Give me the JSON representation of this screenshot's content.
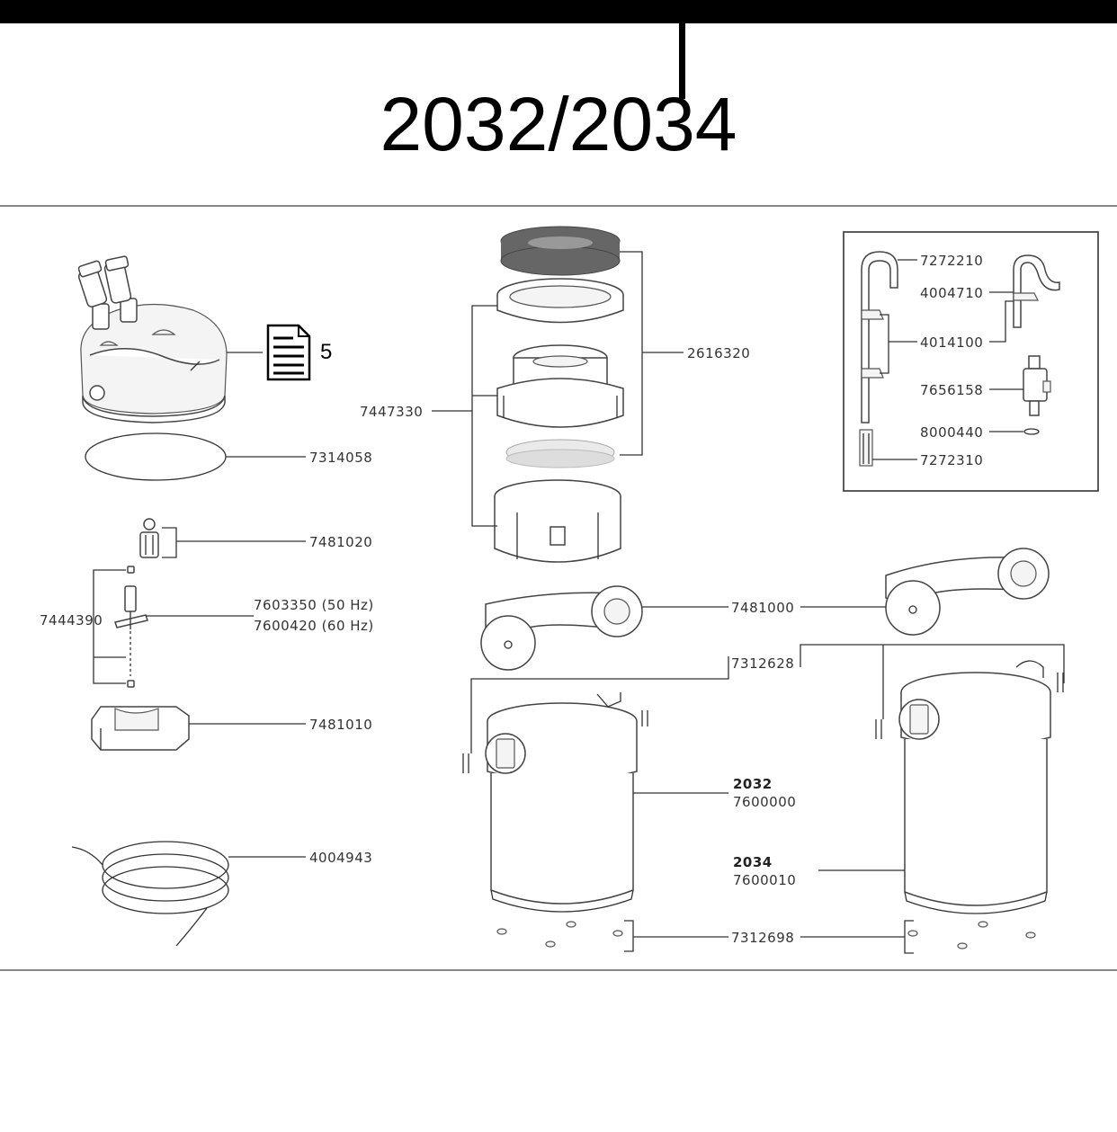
{
  "title": "2032/2034",
  "doc_icon": {
    "icon": "document-icon",
    "number": "5"
  },
  "labels": {
    "p7314058": "7314058",
    "p7481020": "7481020",
    "p7444390": "7444390",
    "p7603350": "7603350 (50 Hz)",
    "p7600420": "7600420 (60 Hz)",
    "p7481010": "7481010",
    "p4004943": "4004943",
    "p2616320": "2616320",
    "p7447330": "7447330",
    "p7481000": "7481000",
    "p7312628": "7312628",
    "m2032": "2032",
    "p7600000": "7600000",
    "m2034": "2034",
    "p7600010": "7600010",
    "p7312698": "7312698",
    "p7272210": "7272210",
    "p4004710": "4004710",
    "p4014100": "4014100",
    "p7656158": "7656158",
    "p8000440": "8000440",
    "p7272310": "7272310"
  }
}
